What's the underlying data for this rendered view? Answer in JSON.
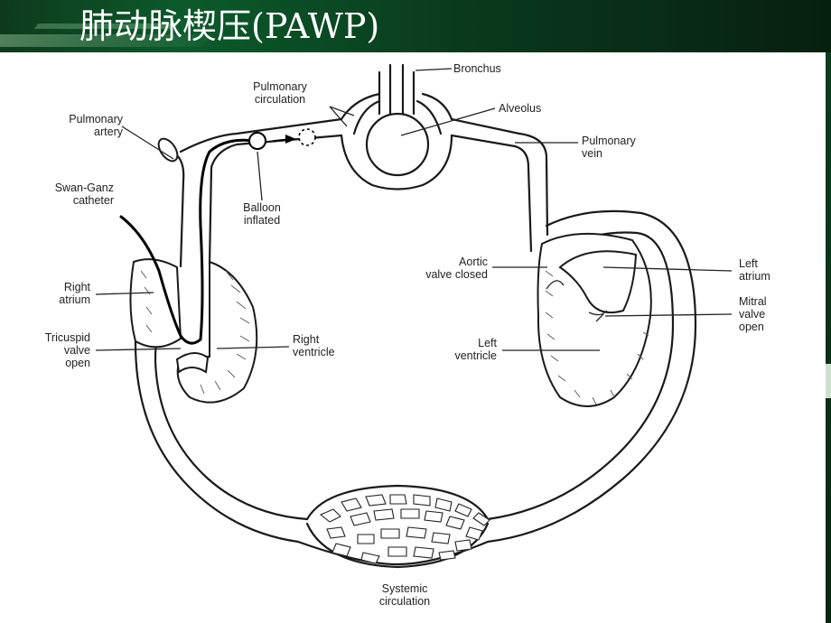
{
  "title": "肺动脉楔压(PAWP)",
  "labels": {
    "bronchus": "Bronchus",
    "pulmonary_circulation": [
      "Pulmonary",
      "circulation"
    ],
    "alveolus": "Alveolus",
    "pulmonary_artery": [
      "Pulmonary",
      "artery"
    ],
    "pulmonary_vein": [
      "Pulmonary",
      "vein"
    ],
    "swan_ganz": [
      "Swan-Ganz",
      "catheter"
    ],
    "balloon": [
      "Balloon",
      "inflated"
    ],
    "right_atrium": [
      "Right",
      "atrium"
    ],
    "tricuspid": [
      "Tricuspid",
      "valve",
      "open"
    ],
    "right_ventricle": [
      "Right",
      "ventricle"
    ],
    "aortic_valve": [
      "Aortic",
      "valve closed"
    ],
    "left_atrium": [
      "Left",
      "atrium"
    ],
    "mitral_valve": [
      "Mitral",
      "valve",
      "open"
    ],
    "left_ventricle": [
      "Left",
      "ventricle"
    ],
    "systemic": [
      "Systemic",
      "circulation"
    ]
  }
}
